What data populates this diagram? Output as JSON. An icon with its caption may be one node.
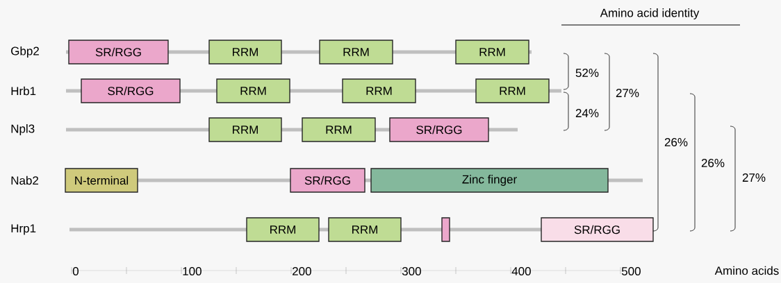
{
  "diagram": {
    "nodes": [
      {
        "text": [
          "SR/RGG"
        ]
      },
      {
        "text": [
          "RRM"
        ]
      },
      {
        "text": [
          "RRM"
        ]
      },
      {
        "text": [
          "RRM"
        ]
      },
      {
        "text": [
          "SR/RGG"
        ]
      },
      {
        "text": [
          "RRM"
        ]
      },
      {
        "text": [
          "RRM"
        ]
      },
      {
        "text": [
          "RRM"
        ]
      },
      {
        "text": [
          "RRM"
        ]
      },
      {
        "text": [
          "RRM"
        ]
      },
      {
        "text": [
          "SR/RGG"
        ]
      },
      {
        "text": [
          "N-terminal"
        ]
      },
      {
        "text": [
          "SR/RGG"
        ]
      },
      {
        "text": [
          "Zinc finger"
        ]
      },
      {
        "text": [
          "RRM"
        ]
      },
      {
        "text": [
          "RRM"
        ]
      },
      {
        "text": [],
        "shape": "box"
      },
      {
        "text": [
          "SR/RGG"
        ]
      }
    ],
    "edges": [],
    "labels": [
      "Amino acid identity",
      "Gbp2",
      "Hrb1",
      "Npl3",
      "Nab2",
      "Hrp1",
      "52%",
      "24%",
      "27%",
      "26%",
      "26%",
      "27%",
      "0",
      "100",
      "200",
      "300",
      "400",
      "500",
      "Amino acids"
    ]
  }
}
